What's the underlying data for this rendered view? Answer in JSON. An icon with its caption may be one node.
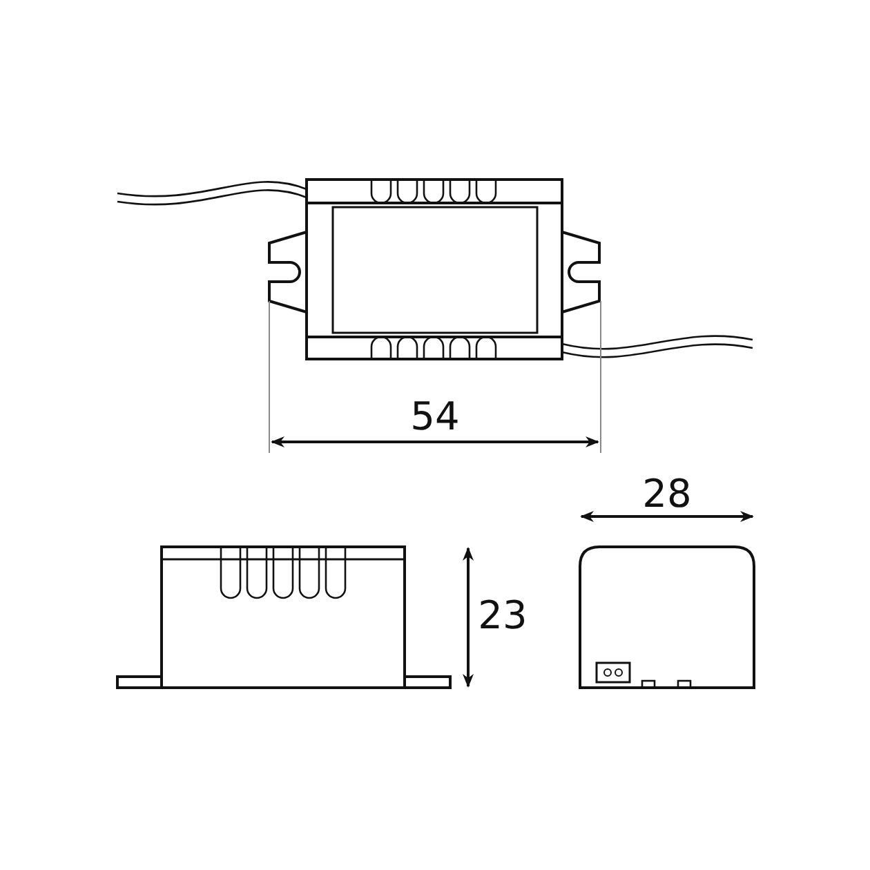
{
  "diagram": {
    "labels": [
      "54",
      "23",
      "28"
    ]
  }
}
